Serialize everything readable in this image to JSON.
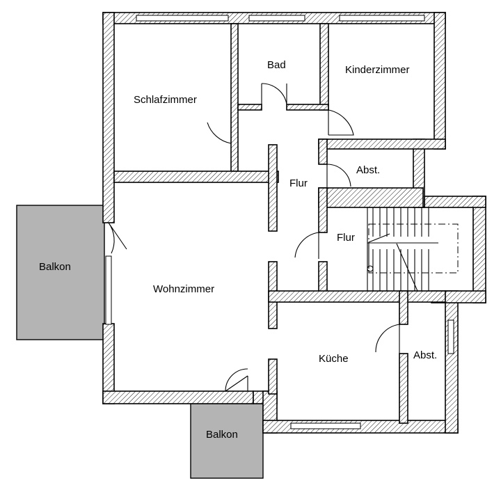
{
  "rooms": {
    "schlafzimmer": "Schlafzimmer",
    "bad": "Bad",
    "kinderzimmer": "Kinderzimmer",
    "flur_upper": "Flur",
    "abst_upper": "Abst.",
    "flur_lower": "Flur",
    "wohnzimmer": "Wohnzimmer",
    "kueche": "Küche",
    "abst_lower": "Abst.",
    "balkon_west": "Balkon",
    "balkon_south": "Balkon"
  },
  "colors": {
    "wall_outline": "#000000",
    "balcony_fill": "#b4b4b4",
    "background": "#ffffff"
  }
}
